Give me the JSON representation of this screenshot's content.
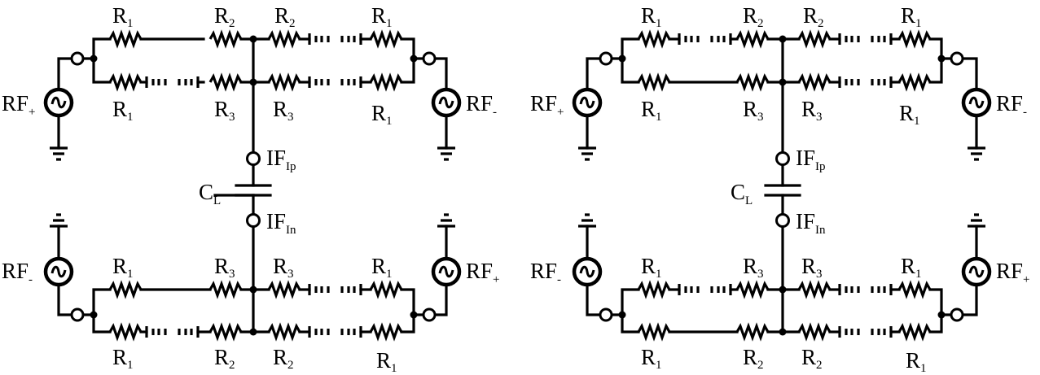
{
  "left_circuit": {
    "top_half": {
      "rail_upper": [
        {
          "base": "R",
          "sub": "1"
        },
        {
          "base": "R",
          "sub": "2"
        },
        {
          "base": "R",
          "sub": "2"
        },
        {
          "base": "R",
          "sub": "1"
        }
      ],
      "rail_lower": [
        {
          "base": "R",
          "sub": "1"
        },
        {
          "base": "R",
          "sub": "3"
        },
        {
          "base": "R",
          "sub": "3"
        },
        {
          "base": "R",
          "sub": "1"
        }
      ],
      "source_left": {
        "base": "RF",
        "sub": "+"
      },
      "source_right": {
        "base": "RF",
        "sub": "-"
      }
    },
    "bottom_half": {
      "rail_upper": [
        {
          "base": "R",
          "sub": "1"
        },
        {
          "base": "R",
          "sub": "3"
        },
        {
          "base": "R",
          "sub": "3"
        },
        {
          "base": "R",
          "sub": "1"
        }
      ],
      "rail_lower": [
        {
          "base": "R",
          "sub": "1"
        },
        {
          "base": "R",
          "sub": "2"
        },
        {
          "base": "R",
          "sub": "2"
        },
        {
          "base": "R",
          "sub": "1"
        }
      ],
      "source_left": {
        "base": "RF",
        "sub": "-"
      },
      "source_right": {
        "base": "RF",
        "sub": "+"
      }
    },
    "if_top": {
      "base": "IF",
      "sub": "Ip"
    },
    "if_bottom": {
      "base": "IF",
      "sub": "In"
    },
    "capacitor": {
      "base": "C",
      "sub": "L"
    }
  },
  "right_circuit": {
    "top_half": {
      "rail_upper": [
        {
          "base": "R",
          "sub": "1"
        },
        {
          "base": "R",
          "sub": "2"
        },
        {
          "base": "R",
          "sub": "2"
        },
        {
          "base": "R",
          "sub": "1"
        }
      ],
      "rail_lower": [
        {
          "base": "R",
          "sub": "1"
        },
        {
          "base": "R",
          "sub": "3"
        },
        {
          "base": "R",
          "sub": "3"
        },
        {
          "base": "R",
          "sub": "1"
        }
      ],
      "source_left": {
        "base": "RF",
        "sub": "+"
      },
      "source_right": {
        "base": "RF",
        "sub": "-"
      }
    },
    "bottom_half": {
      "rail_upper": [
        {
          "base": "R",
          "sub": "1"
        },
        {
          "base": "R",
          "sub": "3"
        },
        {
          "base": "R",
          "sub": "3"
        },
        {
          "base": "R",
          "sub": "1"
        }
      ],
      "rail_lower": [
        {
          "base": "R",
          "sub": "1"
        },
        {
          "base": "R",
          "sub": "2"
        },
        {
          "base": "R",
          "sub": "2"
        },
        {
          "base": "R",
          "sub": "1"
        }
      ],
      "source_left": {
        "base": "RF",
        "sub": "-"
      },
      "source_right": {
        "base": "RF",
        "sub": "+"
      }
    },
    "if_top": {
      "base": "IF",
      "sub": "Ip"
    },
    "if_bottom": {
      "base": "IF",
      "sub": "In"
    },
    "capacitor": {
      "base": "C",
      "sub": "L"
    }
  }
}
